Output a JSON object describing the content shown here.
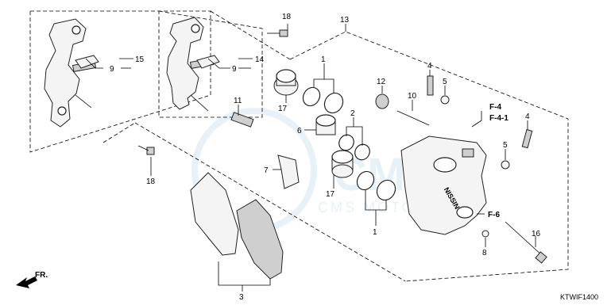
{
  "diagram": {
    "callouts": {
      "c1a": "1",
      "c1b": "1",
      "c2": "2",
      "c3": "3",
      "c4a": "4",
      "c4b": "4",
      "c5a": "5",
      "c5b": "5",
      "c6": "6",
      "c7": "7",
      "c8": "8",
      "c9a": "9",
      "c9b": "9",
      "c10": "10",
      "c11": "11",
      "c12": "12",
      "c13": "13",
      "c14": "14",
      "c15": "15",
      "c16": "16",
      "c17a": "17",
      "c17b": "17",
      "c18a": "18",
      "c18b": "18"
    },
    "refs": {
      "f4": "F-4",
      "f41": "F-4-1",
      "f6": "F-6"
    },
    "direction_label": "FR.",
    "caliper_brand": "NISSIN",
    "watermark": "CMS MOTORPARTS",
    "diagram_code": "KTWIF1400"
  }
}
